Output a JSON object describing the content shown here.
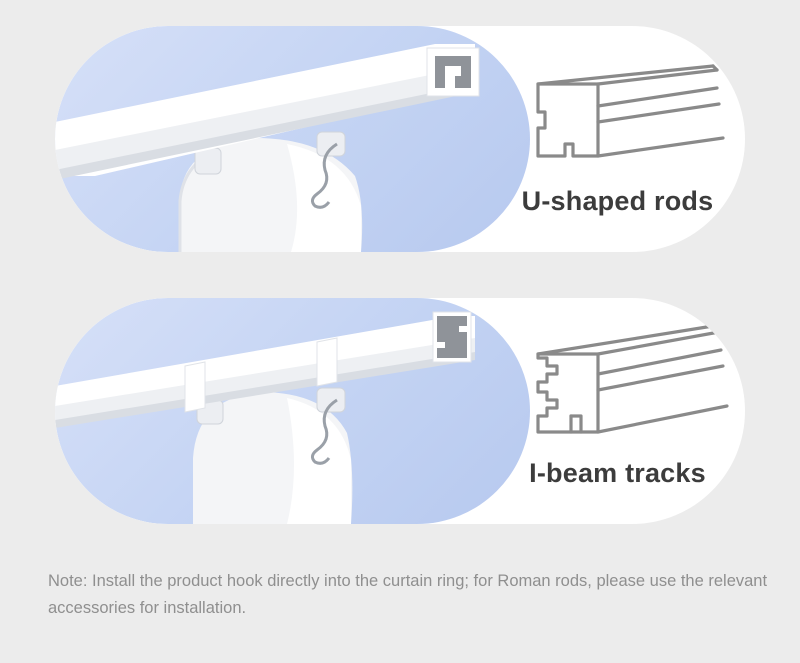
{
  "cards": [
    {
      "label": "U-shaped rods",
      "diagram_icon": "u-shaped-rod-icon",
      "photo": "curtain-motor-on-u-rod"
    },
    {
      "label": "I-beam tracks",
      "diagram_icon": "i-beam-track-icon",
      "photo": "curtain-motor-on-i-beam"
    }
  ],
  "note": "Note: Install the product hook directly into the curtain ring; for Roman rods, please use the relevant accessories for installation.",
  "colors": {
    "background": "#ececec",
    "card": "#ffffff",
    "photo_bg": "#c3d3f3",
    "label": "#3c3c3c",
    "note": "#8f8f8f",
    "line_art": "#8a8a8a"
  }
}
